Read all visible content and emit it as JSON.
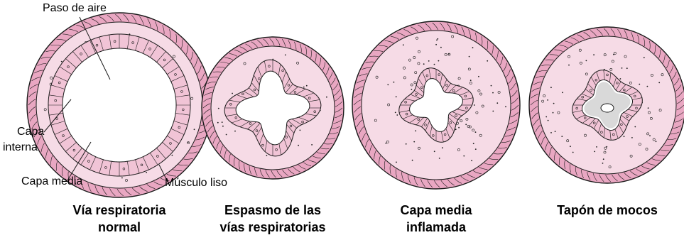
{
  "labels": {
    "airway": "Paso de aire",
    "inner_layer_line1": "Capa",
    "inner_layer_line2": "interna",
    "middle_layer": "Capa media",
    "smooth_muscle": "Músculo liso"
  },
  "panels": [
    {
      "caption_line1": "Vía respiratoria",
      "caption_line2": "normal"
    },
    {
      "caption_line1": "Espasmo de las",
      "caption_line2": "vías respiratorias"
    },
    {
      "caption_line1": "Capa media",
      "caption_line2": "inflamada"
    },
    {
      "caption_line1": "Tapón de mocos",
      "caption_line2": ""
    }
  ],
  "colors": {
    "tissue_pink": "#f6dbe6",
    "muscle_pink": "#e9a7c2",
    "cell_pink": "#f1c4d6",
    "mucus_gray": "#d9d9d9",
    "outline": "#1a1a1a"
  }
}
